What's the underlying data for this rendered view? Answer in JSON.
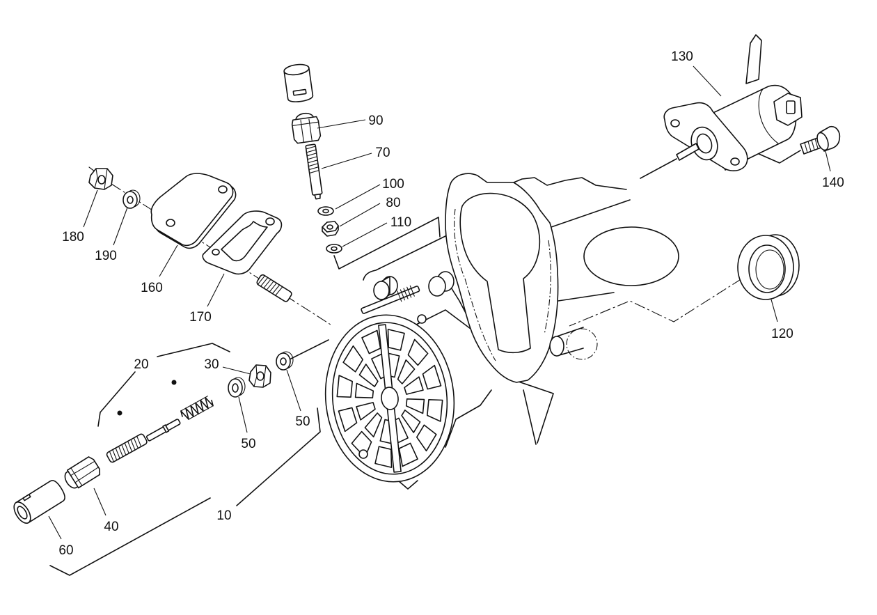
{
  "callouts": {
    "c130": "130",
    "c90": "90",
    "c70": "70",
    "c100": "100",
    "c80": "80",
    "c110": "110",
    "c140": "140",
    "c180": "180",
    "c190": "190",
    "c160": "160",
    "c170": "170",
    "c120": "120",
    "c20": "20",
    "c30": "30",
    "c50_upper": "50",
    "c50_lower": "50",
    "c10": "10",
    "c40": "40",
    "c60": "60"
  }
}
